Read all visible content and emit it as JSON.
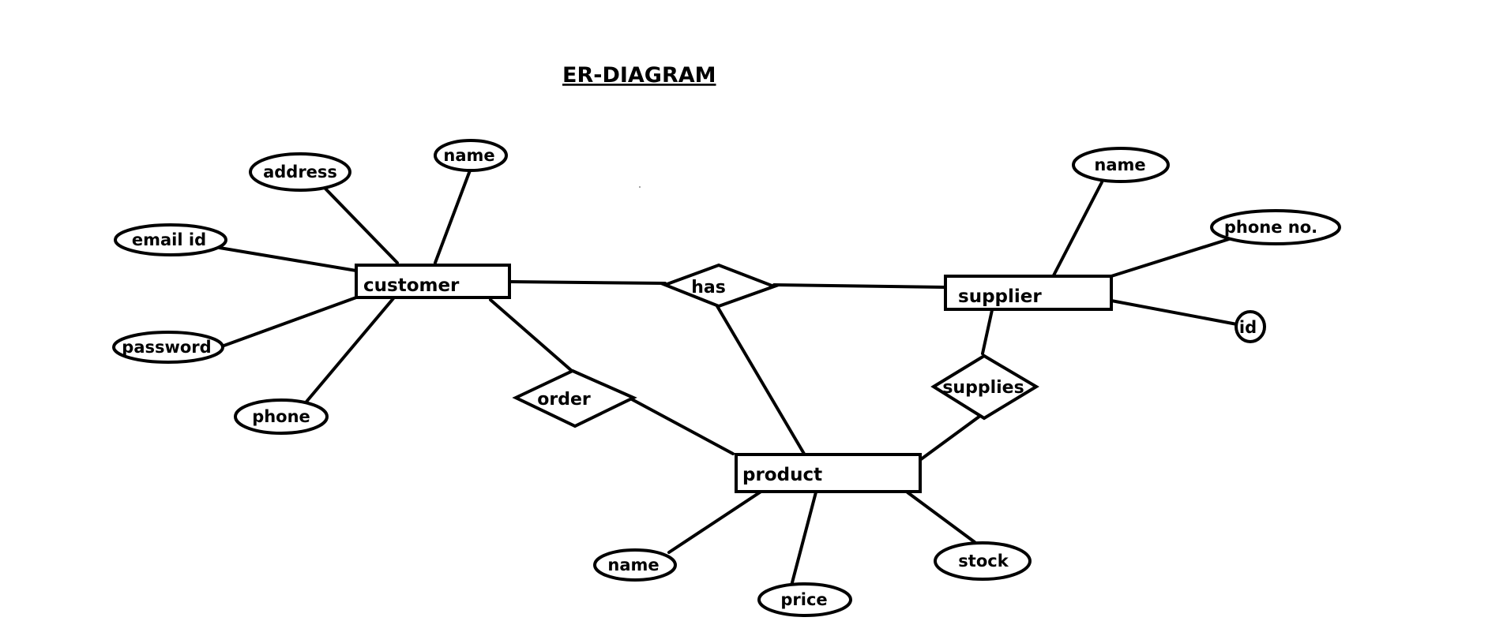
{
  "title": "ER-DIAGRAM",
  "entities": {
    "customer": "customer",
    "supplier": "supplier",
    "product": "product"
  },
  "relationships": {
    "has": "has",
    "order": "order",
    "supplies": "supplies"
  },
  "attributes": {
    "customer": {
      "address": "address",
      "name": "name",
      "email_id": "email id",
      "password": "password",
      "phone": "phone"
    },
    "supplier": {
      "name": "name",
      "phone_no": "phone no.",
      "id": "id"
    },
    "product": {
      "name": "name",
      "price": "price",
      "stock": "stock"
    }
  },
  "colors": {
    "stroke": "#000000",
    "background": "#ffffff"
  }
}
